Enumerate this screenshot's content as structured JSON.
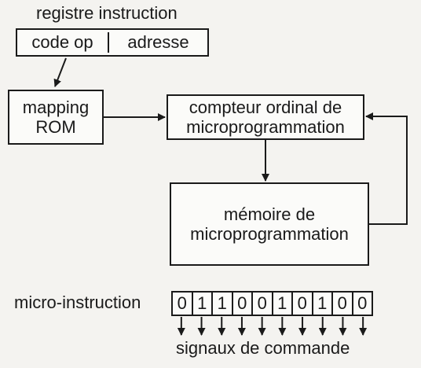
{
  "register": {
    "title": "registre instruction",
    "opcode": "code op",
    "address": "adresse"
  },
  "mapping_rom": "mapping\nROM",
  "counter": "compteur ordinal de\nmicroprogrammation",
  "memory": "mémoire de\nmicroprogrammation",
  "microinstruction": {
    "label": "micro-instruction",
    "bits": [
      "0",
      "1",
      "1",
      "0",
      "0",
      "1",
      "0",
      "1",
      "0",
      "0"
    ]
  },
  "signals_label": "signaux de commande"
}
